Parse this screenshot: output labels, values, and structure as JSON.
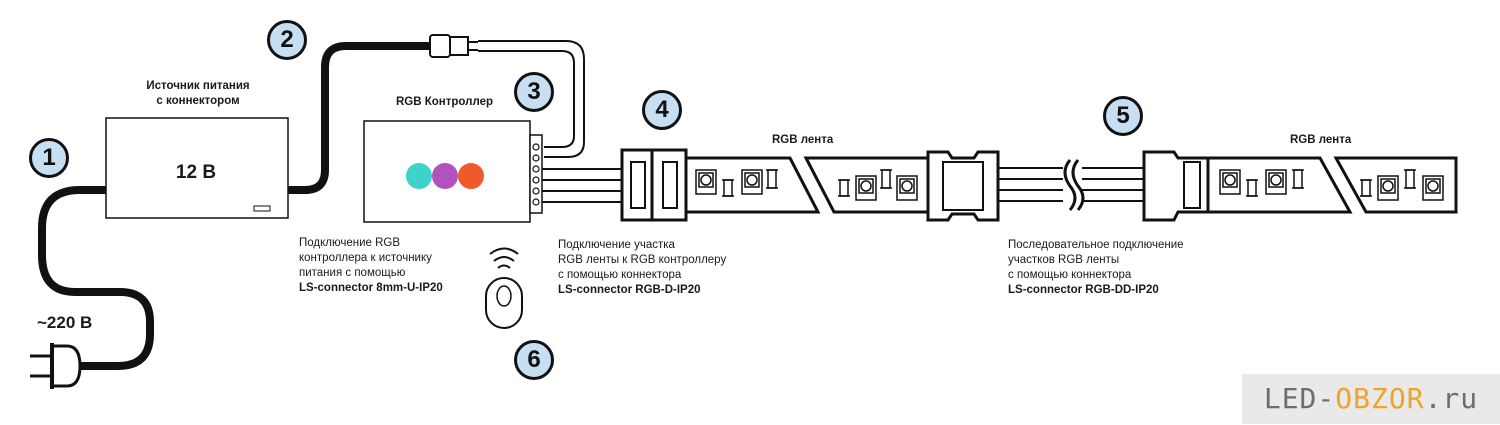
{
  "badges": {
    "b1": "1",
    "b2": "2",
    "b3": "3",
    "b4": "4",
    "b5": "5",
    "b6": "6"
  },
  "power_supply": {
    "title_line1": "Источник питания",
    "title_line2": "с коннектором",
    "voltage": "12 В"
  },
  "mains": {
    "voltage": "~220 В"
  },
  "controller": {
    "title": "RGB Контроллер",
    "led_colors": [
      "#3dd3c8",
      "#b252be",
      "#ef5a2a"
    ]
  },
  "strip_labels": {
    "left": "RGB лента",
    "right": "RGB лента"
  },
  "notes": {
    "controller_connection": {
      "line1": "Подключение RGB",
      "line2": "контроллера к источнику",
      "line3": "питания с помощью",
      "line4": "LS-connector 8mm-U-IP20"
    },
    "strip_to_controller": {
      "line1": "Подключение участка",
      "line2": "RGB ленты к RGB контроллеру",
      "line3": "с помощью коннектора",
      "line4": "LS-connector RGB-D-IP20"
    },
    "strip_series": {
      "line1": "Последовательное подключение",
      "line2": "участков RGB ленты",
      "line3": "с помощью коннектора",
      "line4": "LS-connector RGB-DD-IP20"
    }
  },
  "watermark": {
    "part1": "LED-",
    "part2": "OBZOR",
    "part3": ".ru"
  }
}
